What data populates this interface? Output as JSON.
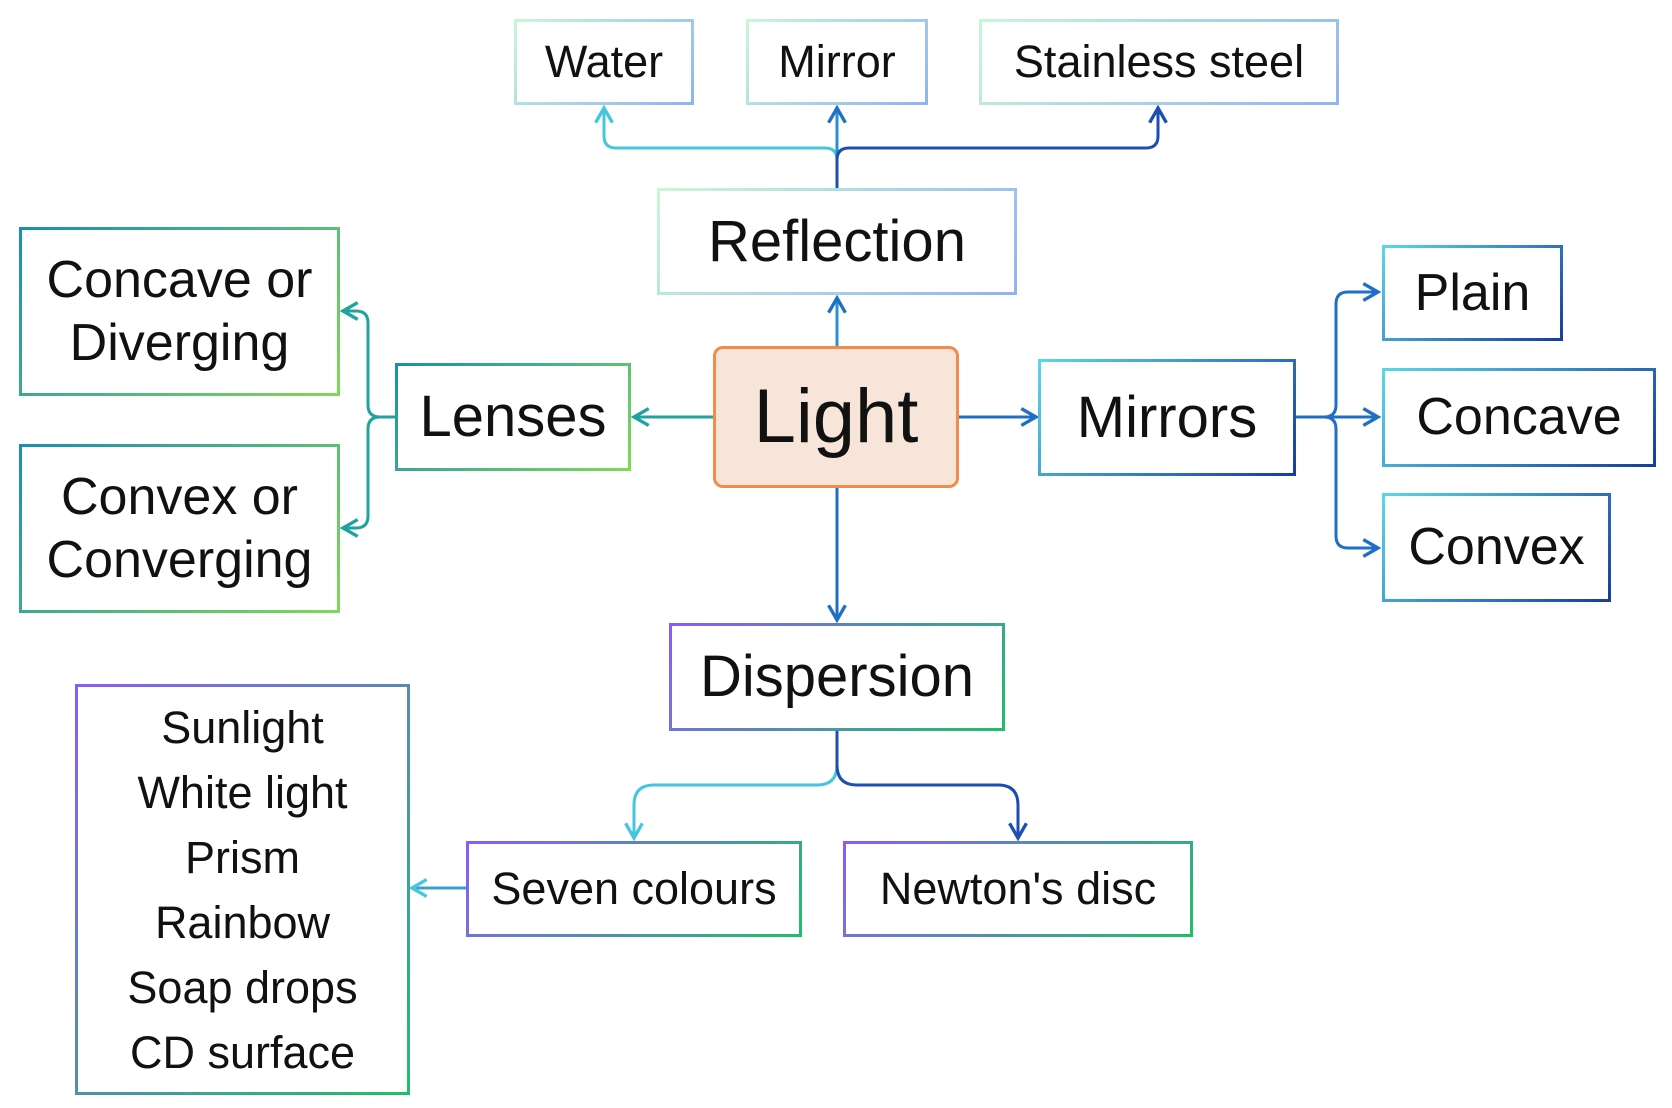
{
  "center": {
    "label": "Light"
  },
  "reflection": {
    "label": "Reflection",
    "children": [
      "Water",
      "Mirror",
      "Stainless steel"
    ]
  },
  "lenses": {
    "label": "Lenses",
    "children": [
      {
        "line1": "Concave or",
        "line2": "Diverging"
      },
      {
        "line1": "Convex or",
        "line2": "Converging"
      }
    ]
  },
  "mirrors": {
    "label": "Mirrors",
    "children": [
      "Plain",
      "Concave",
      "Convex"
    ]
  },
  "dispersion": {
    "label": "Dispersion",
    "children": [
      "Seven colours",
      "Newton's disc"
    ],
    "examples": [
      "Sunlight",
      "White light",
      "Prism",
      "Rainbow",
      "Soap drops",
      "CD surface"
    ]
  },
  "colors": {
    "center_fill": "#f8e5da",
    "center_border": "#f28c4a",
    "lenses_connector": "#1fa3a0",
    "reflection_connector": "#2b8fd1",
    "mirrors_connector": "#1f6fc4",
    "dispersion_connector": "#3aa0d0"
  }
}
